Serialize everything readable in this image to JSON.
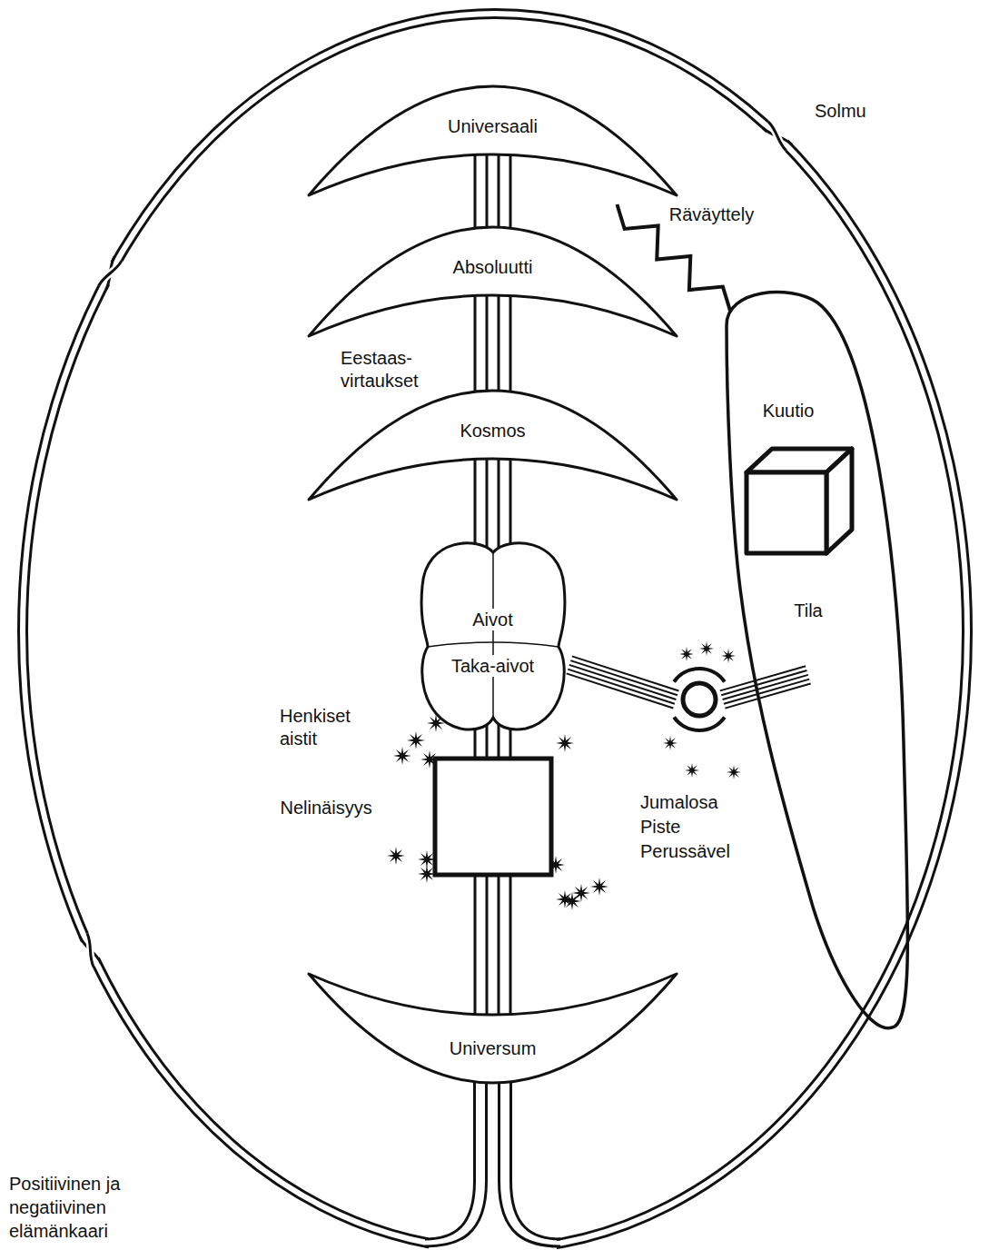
{
  "diagram": {
    "nodes": [
      {
        "text": [
          "Universaali"
        ]
      },
      {
        "text": [
          "Absoluutti"
        ]
      },
      {
        "text": [
          "Tila"
        ]
      },
      {
        "text": [
          "Kuutio"
        ],
        "in": 2
      },
      {
        "text": [
          "Kosmos"
        ]
      },
      {
        "text": [
          "Aivot",
          "Taka-aivot"
        ]
      },
      {
        "text": [
          "Nelinäisyys"
        ]
      },
      {
        "text": [
          "Jumalosa Piste Perussävel"
        ]
      },
      {
        "text": [
          "Universum"
        ]
      }
    ],
    "edges": [
      {
        "from": 0,
        "to": 1,
        "arrow": "none"
      },
      {
        "from": 1,
        "to": 4,
        "arrow": "none"
      },
      {
        "from": 4,
        "to": 5,
        "arrow": "none"
      },
      {
        "from": 5,
        "to": 6,
        "arrow": "none"
      },
      {
        "from": 6,
        "to": 8,
        "arrow": "none"
      },
      {
        "from": 5,
        "to": 7,
        "arrow": "none"
      },
      {
        "from": 7,
        "to": 2,
        "arrow": "none"
      },
      {
        "from": 0,
        "to": 2,
        "label": "Räväyttely",
        "arrow": "none"
      }
    ],
    "labels": [
      "Solmu",
      "Eestaas- virtaukset",
      "Henkiset aistit",
      "Positiivinen ja negatiivinen elämänkaari"
    ]
  }
}
